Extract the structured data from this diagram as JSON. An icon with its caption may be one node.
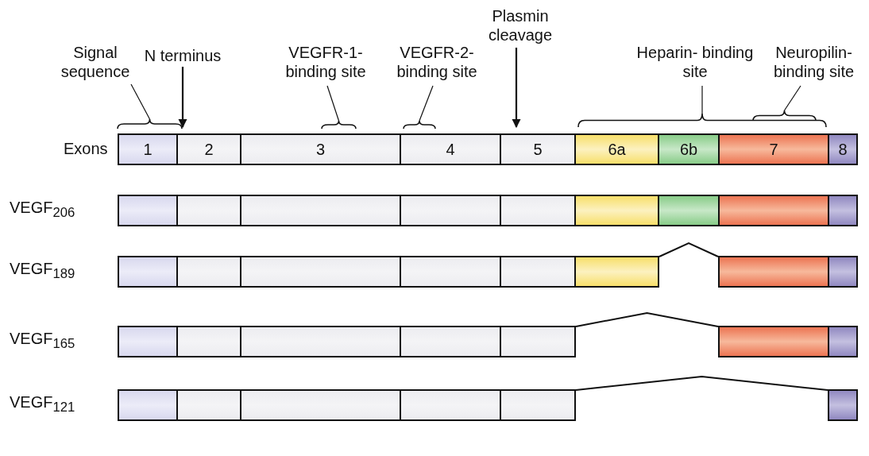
{
  "diagram": {
    "nodes": [
      {
        "text": [
          "Signal sequence"
        ]
      },
      {
        "text": [
          "N terminus"
        ]
      },
      {
        "text": [
          "VEGFR-1- binding site"
        ]
      },
      {
        "text": [
          "VEGFR-2- binding site"
        ]
      },
      {
        "text": [
          "Plasmin cleavage"
        ]
      },
      {
        "text": [
          "Heparin- binding site"
        ]
      },
      {
        "text": [
          "Neuropilin- binding site"
        ]
      },
      {
        "text": [],
        "shape": "bracket"
      },
      {
        "text": [],
        "shape": "bracket"
      },
      {
        "text": [],
        "shape": "bracket"
      },
      {
        "text": [],
        "shape": "bracket"
      },
      {
        "text": [],
        "shape": "bracket"
      },
      {
        "text": [
          "1"
        ]
      },
      {
        "text": [
          "2"
        ]
      },
      {
        "text": [
          "3"
        ]
      },
      {
        "text": [
          "4"
        ]
      },
      {
        "text": [
          "5"
        ]
      },
      {
        "text": [
          "6a"
        ]
      },
      {
        "text": [
          "6b"
        ]
      },
      {
        "text": [
          "7"
        ]
      },
      {
        "text": [
          "8"
        ]
      },
      {
        "text": [],
        "shape": "box"
      },
      {
        "text": [],
        "shape": "box"
      },
      {
        "text": [],
        "shape": "box"
      },
      {
        "text": [],
        "shape": "box"
      },
      {
        "text": [],
        "shape": "box"
      },
      {
        "text": [],
        "shape": "box"
      },
      {
        "text": [],
        "shape": "box"
      },
      {
        "text": [],
        "shape": "box"
      },
      {
        "text": [],
        "shape": "box"
      },
      {
        "text": [],
        "shape": "box"
      },
      {
        "text": [],
        "shape": "box"
      },
      {
        "text": [],
        "shape": "box"
      },
      {
        "text": [],
        "shape": "box"
      },
      {
        "text": [],
        "shape": "box"
      },
      {
        "text": [],
        "shape": "box"
      },
      {
        "text": [],
        "shape": "box"
      },
      {
        "text": [],
        "shape": "box"
      },
      {
        "text": [],
        "shape": "box"
      },
      {
        "text": [],
        "shape": "box"
      },
      {
        "text": [],
        "shape": "box"
      },
      {
        "text": [],
        "shape": "box"
      },
      {
        "text": [],
        "shape": "box"
      },
      {
        "text": [],
        "shape": "box"
      },
      {
        "text": [],
        "shape": "box"
      },
      {
        "text": [],
        "shape": "box"
      },
      {
        "text": [],
        "shape": "box"
      },
      {
        "text": [],
        "shape": "box"
      },
      {
        "text": [],
        "shape": "box"
      },
      {
        "text": [],
        "shape": "box"
      },
      {
        "text": [],
        "shape": "box"
      }
    ],
    "edges": [
      {
        "from": 0,
        "to": 7,
        "arrow": "none"
      },
      {
        "from": 1,
        "to": 13,
        "arrow": "to"
      },
      {
        "from": 2,
        "to": 8,
        "arrow": "none"
      },
      {
        "from": 3,
        "to": 9,
        "arrow": "none"
      },
      {
        "from": 4,
        "to": 16,
        "arrow": "to"
      },
      {
        "from": 5,
        "to": 10,
        "arrow": "none"
      },
      {
        "from": 6,
        "to": 11,
        "arrow": "none"
      },
      {
        "from": 35,
        "to": 36,
        "arrow": "none"
      },
      {
        "from": 42,
        "to": 43,
        "arrow": "none"
      },
      {
        "from": 49,
        "to": 50,
        "arrow": "none"
      }
    ],
    "labels": [
      "Exons",
      "VEGF$_{206}$",
      "VEGF$_{189}$",
      "VEGF$_{165}$",
      "VEGF$_{121}$"
    ]
  }
}
